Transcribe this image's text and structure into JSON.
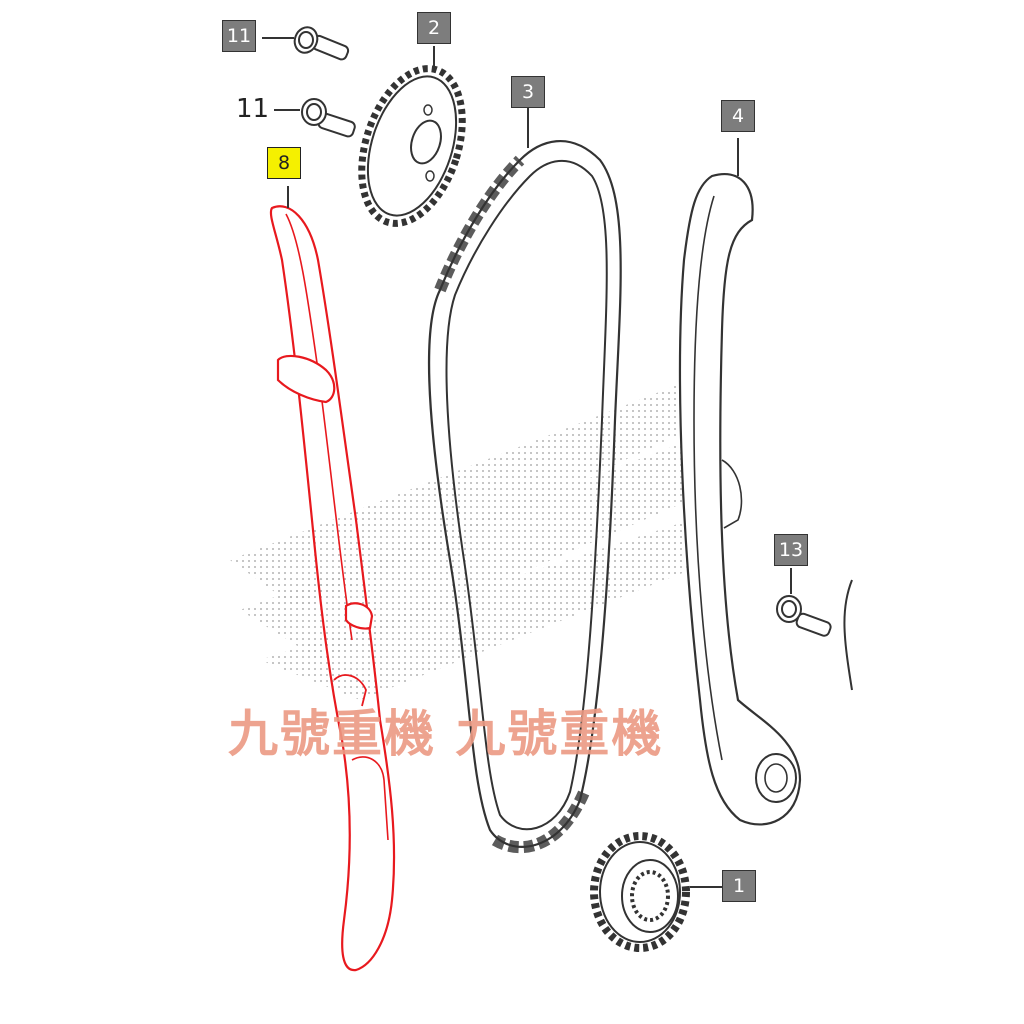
{
  "callouts": {
    "bolt_upper": "11",
    "bolt_lower": "11",
    "sprocket_cam": "2",
    "chain": "3",
    "tensioner_guide": "4",
    "guide_highlighted": "8",
    "bolt_tensioner": "13",
    "sprocket_crank": "1"
  },
  "watermark": "九號重機 九號重機",
  "colors": {
    "highlight_part": "#e8191e",
    "highlight_label": "#f5f000",
    "callout_box": "#7d7d7d",
    "line_art": "#333333",
    "watermark": "#ec9a83"
  }
}
